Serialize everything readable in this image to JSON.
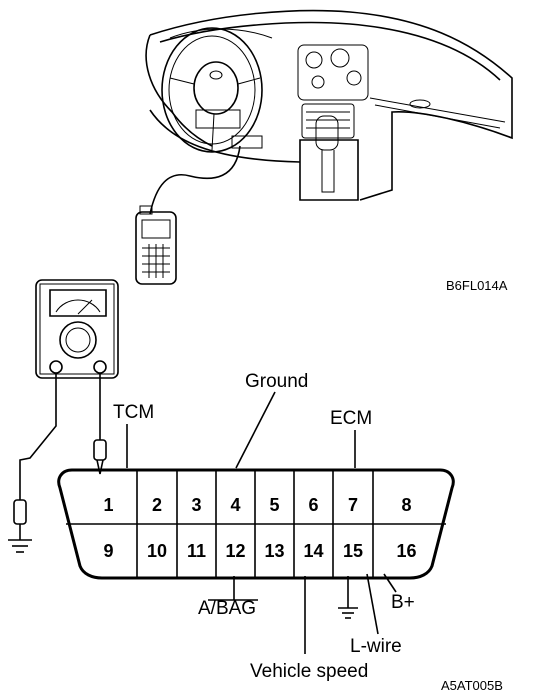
{
  "figure_codes": {
    "top": "B6FL014A",
    "bottom": "A5AT005B"
  },
  "labels": {
    "ground": "Ground",
    "tcm": "TCM",
    "ecm": "ECM",
    "abag": "A/BAG",
    "bplus": "B+",
    "lwire": "L-wire",
    "vehicle_speed": "Vehicle speed"
  },
  "connector": {
    "top_row": [
      "1",
      "2",
      "3",
      "4",
      "5",
      "6",
      "7",
      "8"
    ],
    "bottom_row": [
      "9",
      "10",
      "11",
      "12",
      "13",
      "14",
      "15",
      "16"
    ]
  },
  "icons": [
    "dashboard-illustration",
    "scan-tool-icon",
    "multimeter-icon",
    "ground-symbol-icon",
    "probe-icon"
  ]
}
